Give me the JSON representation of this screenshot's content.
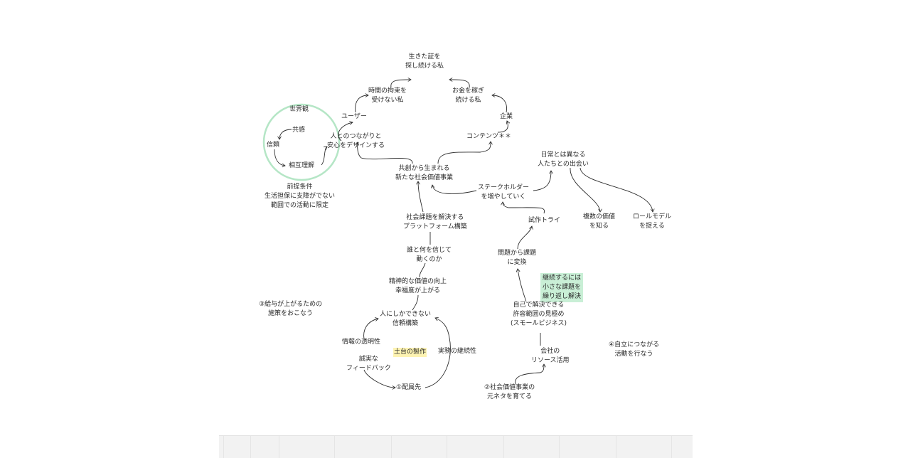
{
  "nodes": {
    "top": "生きた証を\n探し続ける私",
    "time": "時間の拘束を\n受けない私",
    "money": "お金を稼ぎ\n続ける私",
    "user": "ユーザー",
    "company": "企業",
    "people": "人とのつながりと\n安心をデザインする",
    "contents": "コンテンツ＊＊",
    "worldview": "世界観",
    "empathy": "共感",
    "trust": "信頼",
    "mutual": "相互理解",
    "premise": "前提条件\n生活担保に支障がでない\n範囲での活動に限定",
    "cocreate": "共創から生まれる\n新たな社会価値事業",
    "stakeholder": "ステークホルダー\nを増やしていく",
    "encounter": "日常とは異なる\n人たちとの出会い",
    "multivalue": "複数の価値\nを知る",
    "rolemodel": "ロールモデル\nを捉える",
    "platform": "社会課題を解決する\nプラットフォーム構築",
    "trial": "試作トライ",
    "whom": "誰と何を信じて\n動くのか",
    "problem": "問題から課題\nに変換",
    "spiritual": "精神的な価値の向上\n幸福度が上がる",
    "continue_note": "継続するには\n小さな課題を\n繰り返し解決",
    "salary": "③給与が上がるための\n施策をおこなう",
    "onlyhuman": "人にしかできない\n信頼構築",
    "selfsolve": "自己で解決できる\n許容範囲の見極め\n(スモールビジネス)",
    "transparency": "情報の透明性",
    "foundation": "土台の製作",
    "practice": "実務の継続性",
    "sincere": "誠実な\nフィードバック",
    "resources": "会社の\nリソース活用",
    "independent": "④自立につながる\n活動を行なう",
    "assign": "①配属先",
    "seed": "②社会価値事業の\n元ネタを育てる"
  },
  "colors": {
    "circle": "#b5e6c6",
    "highlight_yellow": "#fdf3b2",
    "highlight_green": "#c9efd6",
    "line": "#2b2b2b"
  }
}
